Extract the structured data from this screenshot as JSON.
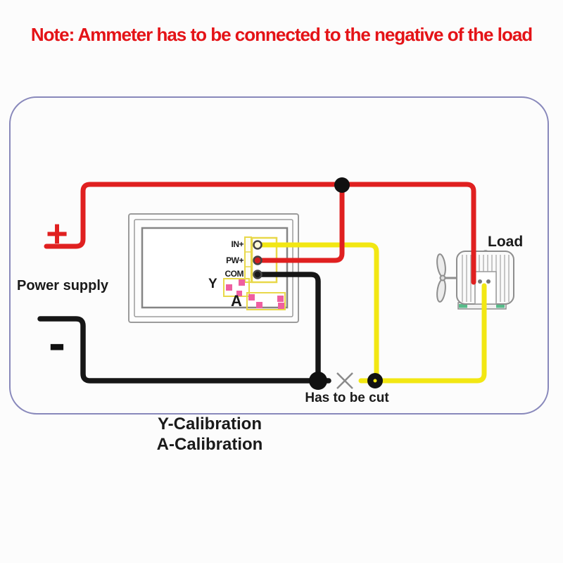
{
  "note": {
    "text": "Note: Ammeter has to be connected to the negative of the load"
  },
  "diagram": {
    "power_supply": {
      "label": "Power supply",
      "positive_symbol": "+",
      "negative_symbol": "-"
    },
    "meter": {
      "terminals": [
        {
          "label": "IN+"
        },
        {
          "label": "PW+"
        },
        {
          "label": "COM"
        }
      ],
      "adjusters": [
        {
          "label": "Y"
        },
        {
          "label": "A"
        }
      ]
    },
    "load": {
      "label": "Load"
    },
    "cut_note": {
      "label": "Has to be cut"
    },
    "captions": [
      "Y-Calibration",
      "A-Calibration"
    ]
  },
  "colors": {
    "note_red": "#e41317",
    "wire_red": "#e02020",
    "wire_yellow": "#f2e713",
    "wire_black": "#161616",
    "border_blue": "#8888bb",
    "connector_yellow": "#e8d84a",
    "pink": "#ef5fa0",
    "green_foot": "#57bb8a"
  }
}
